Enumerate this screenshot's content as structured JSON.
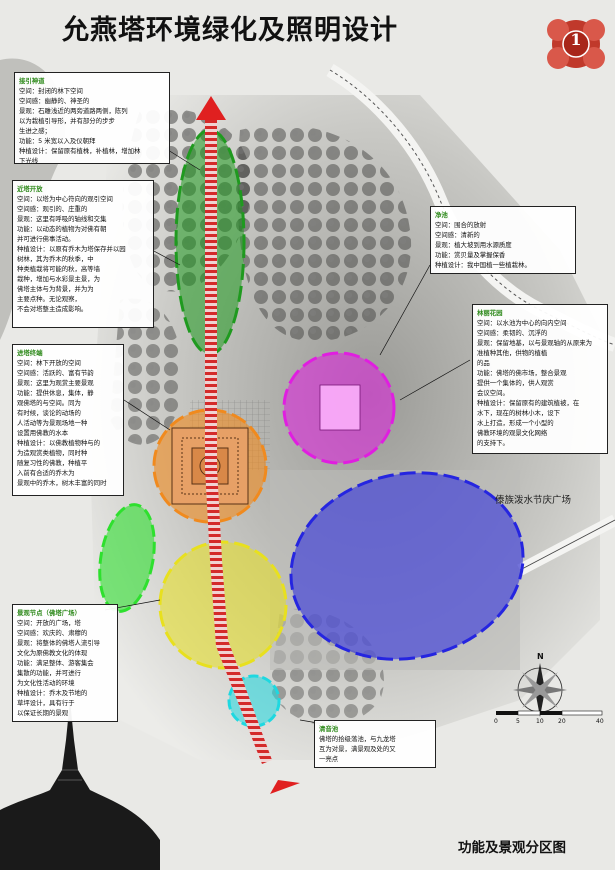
{
  "title": "允燕塔环境绿化及照明设计",
  "page_number": "1",
  "footer": "功能及景观分区图",
  "plaza_label": "傣族泼水节庆广场",
  "colors": {
    "green": "#1f9a1f",
    "orange": "#f08a1e",
    "magenta": "#e01ee0",
    "blue": "#2525e0",
    "yellow": "#e8e01e",
    "cyan": "#1ed8e0",
    "lime": "#2ee02e",
    "axis": "#e02020",
    "box_heading": "#2f8a1c"
  },
  "legend": {
    "guide": {
      "heading": "接引神道",
      "lines": [
        "空间：封闭的林下空间",
        "空间感：幽静的、神圣的",
        "景观：石雕浅近的两旁道路两侧，陈列",
        "以为栽植引导形，并有部分的步步",
        "生进之感；",
        "功能：5 米宽以入及仪朝拜",
        "种植设计：保留原有植株，补植林，增加林",
        "下光线"
      ]
    },
    "near": {
      "heading": "近塔开放",
      "lines": [
        "空间：以塔为中心符向的观引空间",
        "空间感：观引的、庄重的",
        "景观：这里有呼吸的轴线和交集",
        "功能：以动态的植物为对佛有朝",
        "并可进行佛事活动。",
        "种植设计：以原有乔木为塔保存并以园",
        "树林，其为乔木的秋季，中",
        "种类植栽将可能的秋，高等墙",
        "栽种，增加与水彩景主景，为",
        "佛塔主体与为背景，并为为",
        "主要点种。无论观察，",
        "不会对塔整主造成影响。"
      ]
    },
    "entrance": {
      "heading": "进塔终端",
      "lines": [
        "空间：林下开放的空间",
        "空间感：活跃的、富有节韵",
        "景观：这里为观赏主要景观",
        "功能：提供休息，集体，静",
        "观佛塔的与空间。同为",
        "有时候，谈论的动场的",
        "人活动等为景观场地一种",
        "设置用佛教的水本",
        "种植设计：以佛教植物种与的",
        "为造观赏类植物，同时种",
        "随复习性的佛教，种植平",
        "入前有合适的乔木为",
        "景观中的乔木，树木丰富的同时"
      ]
    },
    "water": {
      "heading": "净池",
      "lines": [
        "空间：围合的放射",
        "空间感：清新的",
        "景观：植大坡到用水源质度",
        "功能：赏贝量及掌握保香",
        "种植设计：我中国植一些植栽林。"
      ]
    },
    "riverbank": {
      "heading": "林丽花园",
      "lines": [
        "空间：以水池为中心的向内空间",
        "空间感：柔韧的、沉浮的",
        "景观：保留地基，以与景观轴的从原来为",
        "准植种其他，供物的植植",
        "的品",
        "功能：佛塔的佛市场，整合景观",
        "提供一个集体的，供人观赏",
        "会议空间。",
        "种植设计：保留原有的建筑植被，在",
        "水下，现在的树林小木，设下",
        "水上打造，形成一个小型的",
        "佛教环境的观景文化网络",
        "的支持下。"
      ]
    },
    "plaza": {
      "heading": "景观节点（佛塔广场）",
      "lines": [
        "空间：开放的广场，塔",
        "空间感：欢庆的、肃穆的",
        "景观：将整体的佛塔人流引导",
        "文化为原佛教文化的体现",
        "功能：满足整体、游客集会",
        "集散的功能，并可进行",
        "为文化性活动的环境",
        "种植设计：乔木及节地的",
        "草坪设计，具有行于",
        "以保证长期的景观"
      ]
    },
    "sound": {
      "heading": "清音池",
      "lines": [
        "佛塔的拾级落池，与九龙塔",
        "互为对景，满景观及处的又",
        "一亮点"
      ]
    }
  },
  "compass_label": "N",
  "scale_labels": [
    "0",
    "5",
    "10",
    "20",
    "40"
  ]
}
